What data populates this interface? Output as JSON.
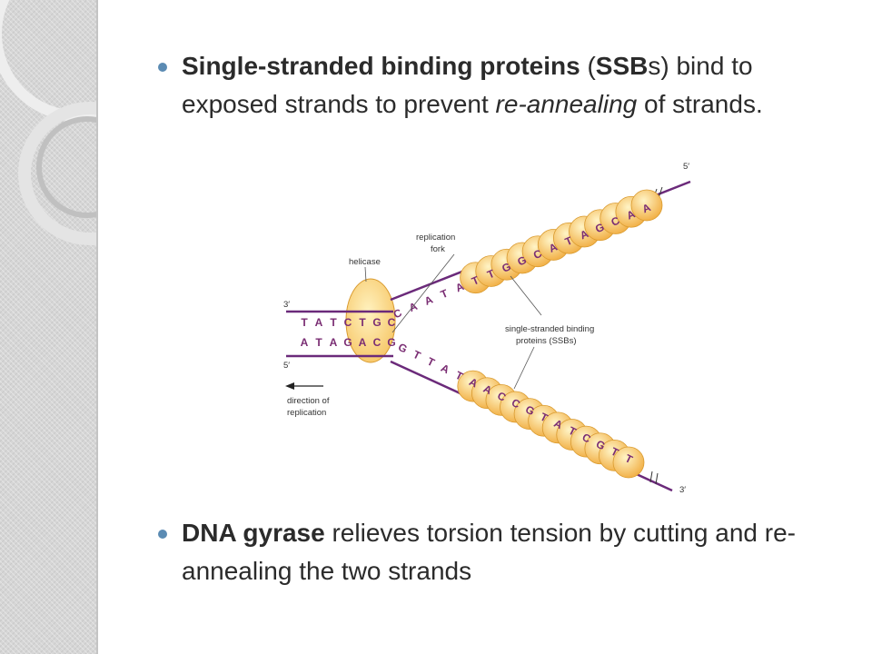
{
  "bullets": [
    {
      "parts": [
        {
          "t": "Single-stranded binding proteins",
          "b": true
        },
        {
          "t": " ("
        },
        {
          "t": "SSB",
          "b": true
        },
        {
          "t": "s) bind to exposed strands to prevent "
        },
        {
          "t": "re-annealing",
          "i": true
        },
        {
          "t": " of strands."
        }
      ]
    },
    {
      "parts": [
        {
          "t": "DNA gyrase",
          "b": true
        },
        {
          "t": " relieves torsion tension by cutting and re-annealing the two strands"
        }
      ]
    }
  ],
  "diagram": {
    "labels": {
      "helicase": "helicase",
      "fork_line1": "replication",
      "fork_line2": "fork",
      "ssb_line1": "single-stranded binding",
      "ssb_line2": "proteins (SSBs)",
      "direction_line1": "direction of",
      "direction_line2": "replication",
      "end_top_left": "3′",
      "end_bottom_left": "5′",
      "end_top_right": "5′",
      "end_bottom_right": "3′"
    },
    "duplex_top": [
      "T",
      "A",
      "T",
      "C",
      "T",
      "G",
      "C"
    ],
    "duplex_bottom": [
      "A",
      "T",
      "A",
      "G",
      "A",
      "C",
      "G"
    ],
    "upper_arm": [
      "C",
      "A",
      "A",
      "T",
      "A",
      "T",
      "T",
      "G",
      "G",
      "C",
      "A",
      "T",
      "A",
      "G",
      "C",
      "A",
      "A"
    ],
    "lower_arm": [
      "G",
      "T",
      "T",
      "A",
      "T",
      "A",
      "A",
      "C",
      "C",
      "G",
      "T",
      "A",
      "T",
      "C",
      "G",
      "T",
      "T"
    ],
    "colors": {
      "strand": "#6b2a7a",
      "base": "#7a2d73",
      "protein_light": "#fde9a6",
      "protein_dark": "#f2b24a",
      "protein_edge": "#d99a2e",
      "bullet": "#5b8bb3"
    }
  }
}
